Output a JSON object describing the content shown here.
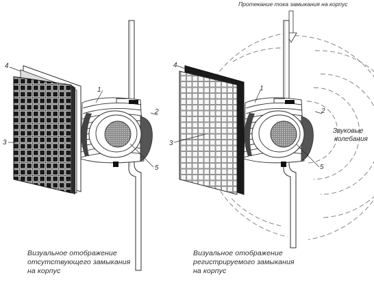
{
  "figure": {
    "left": {
      "labels": {
        "coil": "1",
        "pad": "2",
        "panel": "3",
        "frame": "4",
        "core": "5"
      },
      "caption": [
        "Визуальное отображение",
        "отсутствующего замыкания",
        "на корпус"
      ]
    },
    "right": {
      "labels": {
        "coil": "1",
        "pad": "2",
        "panel": "3",
        "frame": "4",
        "core": "5"
      },
      "caption": [
        "Визуальное отображение",
        "регистрируемого замыкания",
        "на корпус"
      ],
      "current_annotation": "Протекание тока замыкания на корпус",
      "sound_annotation": [
        "Звуковые",
        "колебания"
      ]
    }
  },
  "colors": {
    "line": "#2b2b2b",
    "dark_panel": "#1a1a1a",
    "light_panel": "#f7f7f7",
    "pad": "#555555"
  }
}
